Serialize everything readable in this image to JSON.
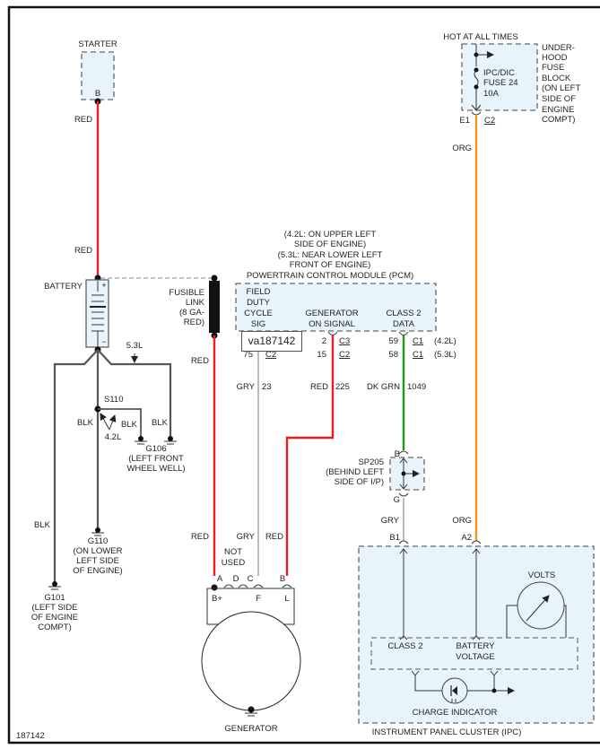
{
  "diagram": {
    "figure_id": "187142",
    "image_label": "va187142",
    "starter": {
      "title": "STARTER",
      "terminal": "B"
    },
    "battery": {
      "title": "BATTERY",
      "pos": "+",
      "neg": "−"
    },
    "fusible_link": {
      "lines": [
        "FUSIBLE",
        "LINK",
        "(8 GA-",
        "RED)"
      ]
    },
    "fuse_block": {
      "header": "HOT AT ALL TIMES",
      "name_lines": [
        "UNDER-",
        "HOOD",
        "FUSE",
        "BLOCK",
        "(ON LEFT",
        "SIDE OF",
        "ENGINE",
        "COMPT)"
      ],
      "fuse_lines": [
        "IPC/DIC",
        "FUSE 24",
        "10A"
      ],
      "pin": "E1",
      "connector": "C2"
    },
    "pcm": {
      "location_lines": [
        "(4.2L: ON UPPER LEFT",
        "SIDE OF ENGINE)",
        "(5.3L: NEAR LOWER LEFT",
        "FRONT OF ENGINE)"
      ],
      "title": "POWERTRAIN CONTROL MODULE (PCM)",
      "field_duty": [
        "FIELD",
        "DUTY",
        "CYCLE",
        "SIG"
      ],
      "gen_on": [
        "GENERATOR",
        "ON SIGNAL"
      ],
      "class2": [
        "CLASS 2",
        "DATA"
      ],
      "pins": {
        "field_pin": "75",
        "field_conn": "C2",
        "gen_pin_42": "2",
        "gen_conn_42": "C3",
        "gen_pin_53": "15",
        "gen_conn_53": "C2",
        "c2_pin_42": "59",
        "c2_conn_42": "C1",
        "c2_eng_42": "(4.2L)",
        "c2_pin_53": "58",
        "c2_conn_53": "C1",
        "c2_eng_53": "(5.3L)"
      }
    },
    "wires": {
      "starter_red": "RED",
      "batt_red": "RED",
      "fl_red": "RED",
      "fl_red_lower": "RED",
      "gry": "GRY",
      "gry_circuit": "23",
      "gen_red": "RED",
      "gen_red_circuit": "225",
      "dkgrn": "DK GRN",
      "dkgrn_circuit": "1049",
      "org_upper": "ORG",
      "org_lower": "ORG",
      "gry_lower": "GRY",
      "gry_gen": "GRY",
      "red_gen": "RED",
      "blk_1": "BLK",
      "blk_2": "BLK",
      "blk_3": "BLK",
      "blk_4": "BLK",
      "eng_53": "5.3L",
      "eng_42": "4.2L"
    },
    "grounds": {
      "s110": "S110",
      "g106": [
        "G106",
        "(LEFT FRONT",
        "WHEEL WELL)"
      ],
      "g110": [
        "G110",
        "(ON LOWER",
        "LEFT SIDE",
        "OF ENGINE)"
      ],
      "g101": [
        "G101",
        "(LEFT SIDE",
        "OF ENGINE",
        "COMPT)"
      ]
    },
    "splice": {
      "name": "SP205",
      "loc": [
        "(BEHIND LEFT",
        "SIDE OF I/P)"
      ],
      "top": "B",
      "bottom": "G"
    },
    "generator": {
      "title": "GENERATOR",
      "not_used": [
        "NOT",
        "USED"
      ],
      "pins": [
        "A",
        "D",
        "C",
        "B"
      ],
      "terms": [
        "B+",
        "F",
        "L"
      ]
    },
    "ipc": {
      "title": "INSTRUMENT PANEL CLUSTER (IPC)",
      "pin_b1": "B1",
      "pin_a2": "A2",
      "volts": "VOLTS",
      "class2": "CLASS 2",
      "batt_v": [
        "BATTERY",
        "VOLTAGE"
      ],
      "charge": "CHARGE INDICATOR"
    }
  }
}
